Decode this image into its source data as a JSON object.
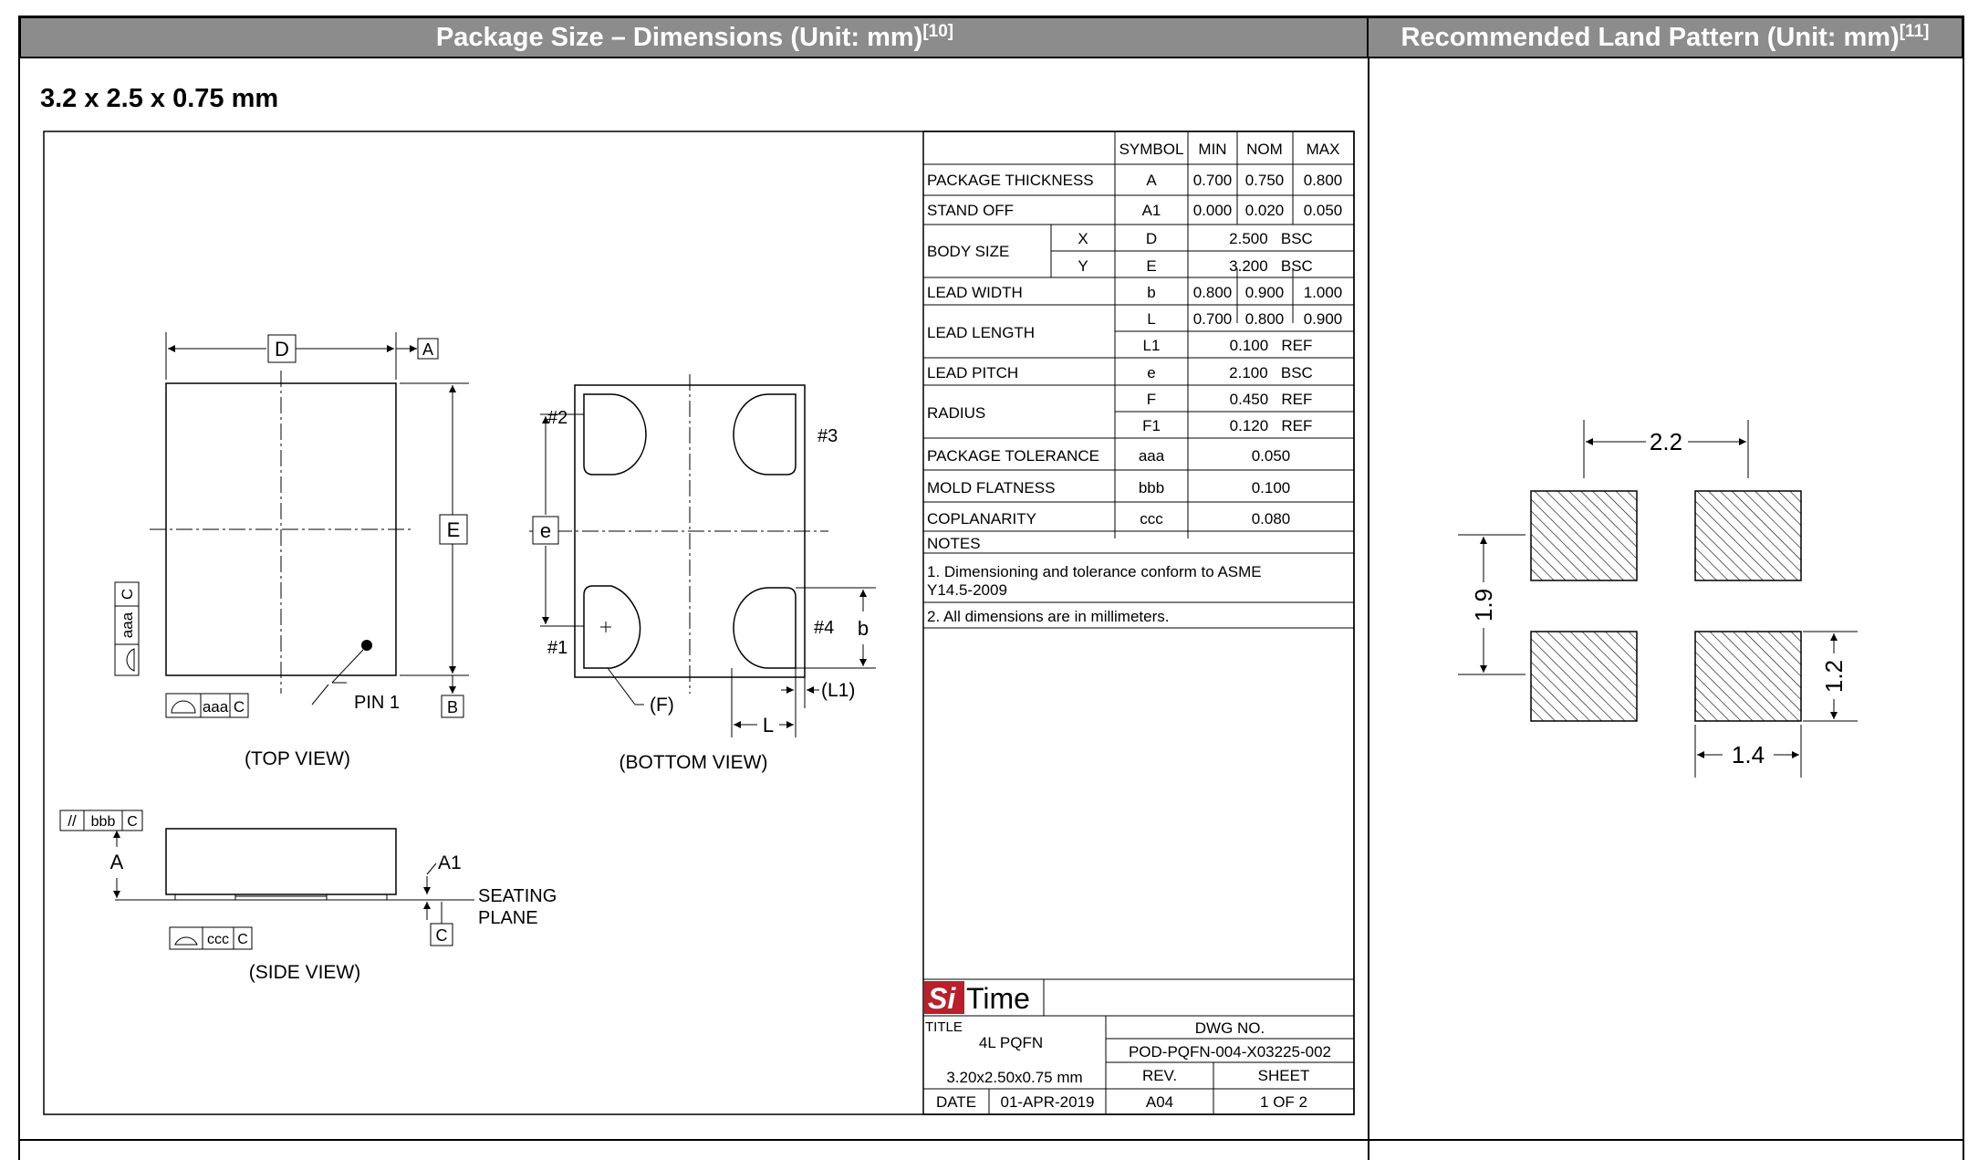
{
  "headers": {
    "dims_title": "Package Size – Dimensions (Unit: mm)",
    "dims_ref": "[10]",
    "land_title": "Recommended Land Pattern (Unit: mm)",
    "land_ref": "[11]"
  },
  "subtitle": "3.2 x 2.5 x 0.75 mm",
  "drawing": {
    "top_view": "(TOP VIEW)",
    "bottom_view": "(BOTTOM VIEW)",
    "side_view": "(SIDE VIEW)",
    "pin1": "PIN 1",
    "seating_1": "SEATING",
    "seating_2": "PLANE",
    "labels": {
      "D": "D",
      "E": "E",
      "A": "A",
      "B": "B",
      "C": "C",
      "A1": "A1",
      "e": "e",
      "b": "b",
      "L": "L",
      "L1": "(L1)",
      "F": "(F)",
      "p1": "#1",
      "p2": "#2",
      "p3": "#3",
      "p4": "#4",
      "aaa": "aaa",
      "bbb": "bbb",
      "ccc": "ccc",
      "parallel": "//"
    }
  },
  "table": {
    "h_symbol": "SYMBOL",
    "h_min": "MIN",
    "h_nom": "NOM",
    "h_max": "MAX",
    "thk": "PACKAGE THICKNESS",
    "thk_s": "A",
    "thk_min": "0.700",
    "thk_nom": "0.750",
    "thk_max": "0.800",
    "so": "STAND OFF",
    "so_s": "A1",
    "so_min": "0.000",
    "so_nom": "0.020",
    "so_max": "0.050",
    "body": "BODY SIZE",
    "bx": "X",
    "bx_s": "D",
    "bx_v": "2.500   BSC",
    "by": "Y",
    "by_s": "E",
    "by_v": "3.200   BSC",
    "lw": "LEAD WIDTH",
    "lw_s": "b",
    "lw_min": "0.800",
    "lw_nom": "0.900",
    "lw_max": "1.000",
    "ll": "LEAD LENGTH",
    "ll_s": "L",
    "ll_min": "0.700",
    "ll_nom": "0.800",
    "ll_max": "0.900",
    "ll1_s": "L1",
    "ll1_v": "0.100   REF",
    "lp": "LEAD PITCH",
    "lp_s": "e",
    "lp_v": "2.100   BSC",
    "rad": "RADIUS",
    "rf_s": "F",
    "rf_v": "0.450   REF",
    "rf1_s": "F1",
    "rf1_v": "0.120   REF",
    "tol": "PACKAGE TOLERANCE",
    "tol_s": "aaa",
    "tol_v": "0.050",
    "mf": "MOLD FLATNESS",
    "mf_s": "bbb",
    "mf_v": "0.100",
    "cop": "COPLANARITY",
    "cop_s": "ccc",
    "cop_v": "0.080",
    "notes": "NOTES",
    "note1a": "1. Dimensioning and tolerance conform to ASME",
    "note1b": "Y14.5-2009",
    "note2": "2. All dimensions are in millimeters."
  },
  "title_block": {
    "logo_si": "Si",
    "logo_time": "Time",
    "title_lbl": "TITLE",
    "title_val": "4L PQFN",
    "dwg_lbl": "DWG NO.",
    "dwg_val": "POD-PQFN-004-X03225-002",
    "size": "3.20x2.50x0.75 mm",
    "rev_lbl": "REV.",
    "sheet_lbl": "SHEET",
    "date_lbl": "DATE",
    "date_val": "01-APR-2019",
    "rev_val": "A04",
    "sheet_val": "1 OF 2"
  },
  "land": {
    "d22": "2.2",
    "d19": "1.9",
    "d12": "1.2",
    "d14": "1.4"
  }
}
